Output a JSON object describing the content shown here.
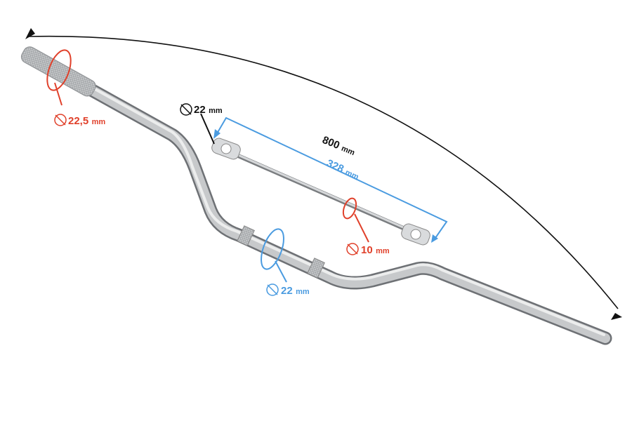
{
  "colors": {
    "red": "#e0402a",
    "blue": "#4a9be0",
    "black": "#111111",
    "metal": "#b9bcbf"
  },
  "dimensions": {
    "overall_width": {
      "value": "800",
      "unit": "mm"
    },
    "crossbar_length": {
      "value": "328",
      "unit": "mm"
    },
    "grip_diameter": {
      "value": "22,5",
      "unit": "mm"
    },
    "clamp_diameter": {
      "value": "22",
      "unit": "mm"
    },
    "crossbar_diameter": {
      "value": "10",
      "unit": "mm"
    },
    "center_diameter": {
      "value": "22",
      "unit": "mm"
    }
  }
}
